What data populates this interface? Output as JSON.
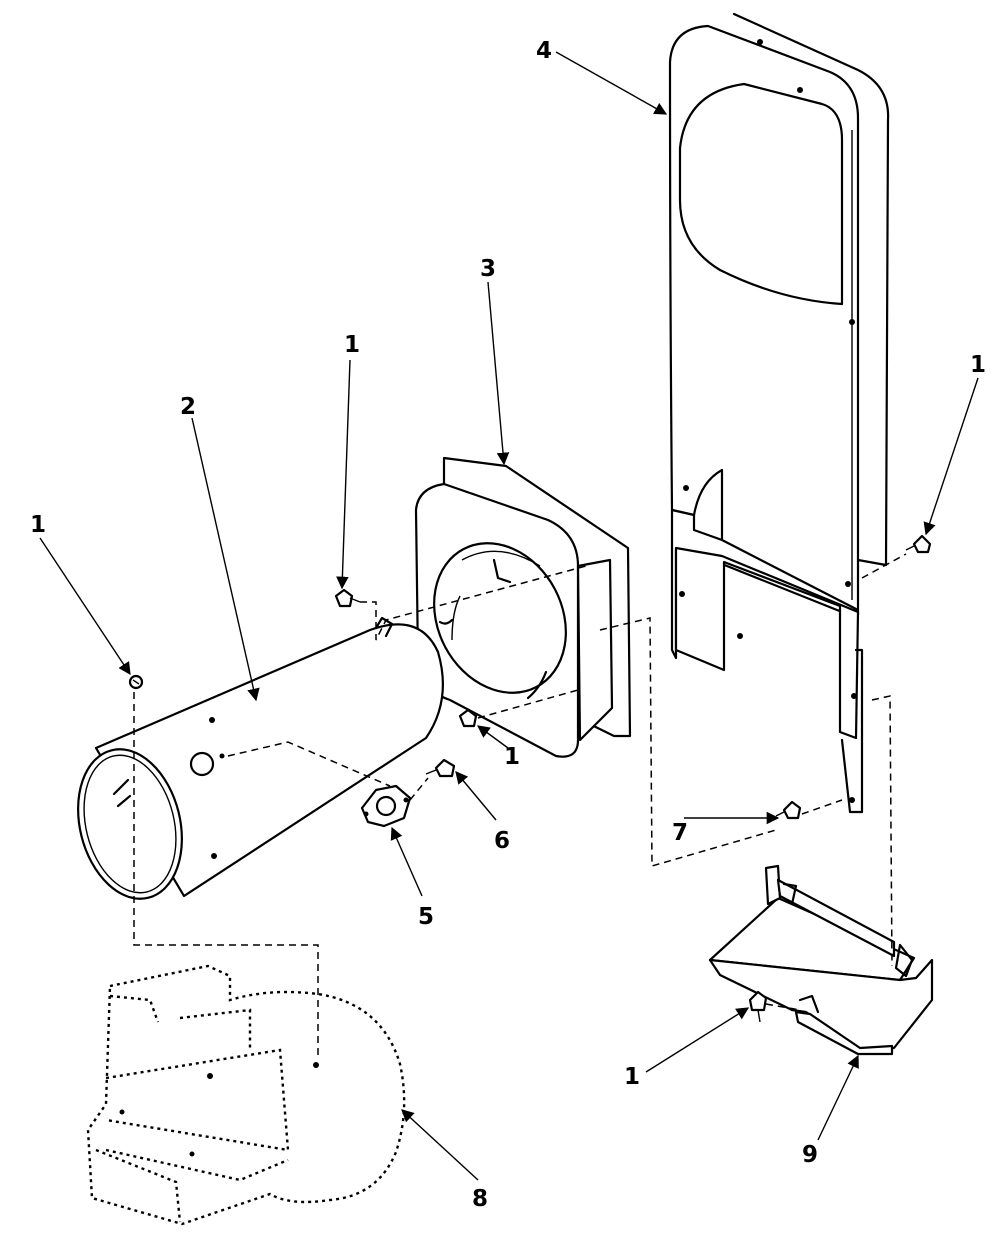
{
  "callouts": {
    "c1a": "1",
    "c1b": "1",
    "c1c": "1",
    "c1d": "1",
    "c1e": "1",
    "c2": "2",
    "c3": "3",
    "c4": "4",
    "c5": "5",
    "c6": "6",
    "c7": "7",
    "c8": "8",
    "c9": "9"
  }
}
